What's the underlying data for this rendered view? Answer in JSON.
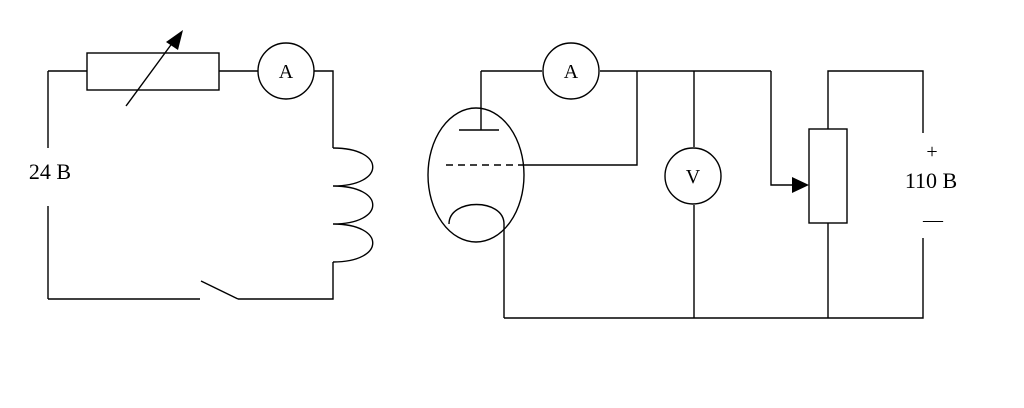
{
  "left_circuit": {
    "source_label": "24 В",
    "ammeter_label": "A"
  },
  "right_circuit": {
    "ammeter_label": "A",
    "voltmeter_label": "V",
    "source_plus": "+",
    "source_label": "110 В",
    "source_minus": "—"
  },
  "colors": {
    "line": "#000000",
    "background": "#ffffff"
  }
}
